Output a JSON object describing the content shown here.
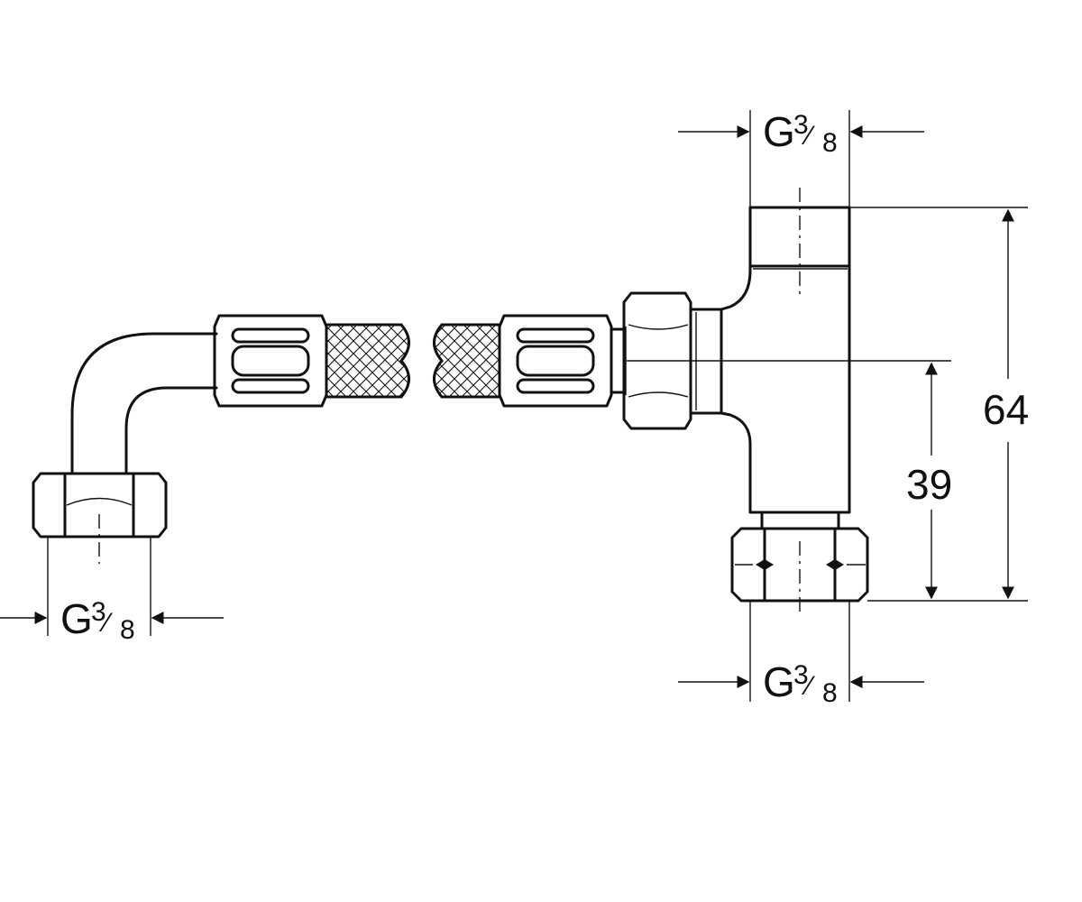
{
  "dimensions": {
    "thread_top": {
      "main": "G",
      "numerator": "3",
      "slash": "⁄",
      "denominator": "8"
    },
    "thread_left": {
      "main": "G",
      "numerator": "3",
      "slash": "⁄",
      "denominator": "8"
    },
    "thread_bottom": {
      "main": "G",
      "numerator": "3",
      "slash": "⁄",
      "denominator": "8"
    },
    "height_total": "64",
    "height_branch": "39"
  }
}
